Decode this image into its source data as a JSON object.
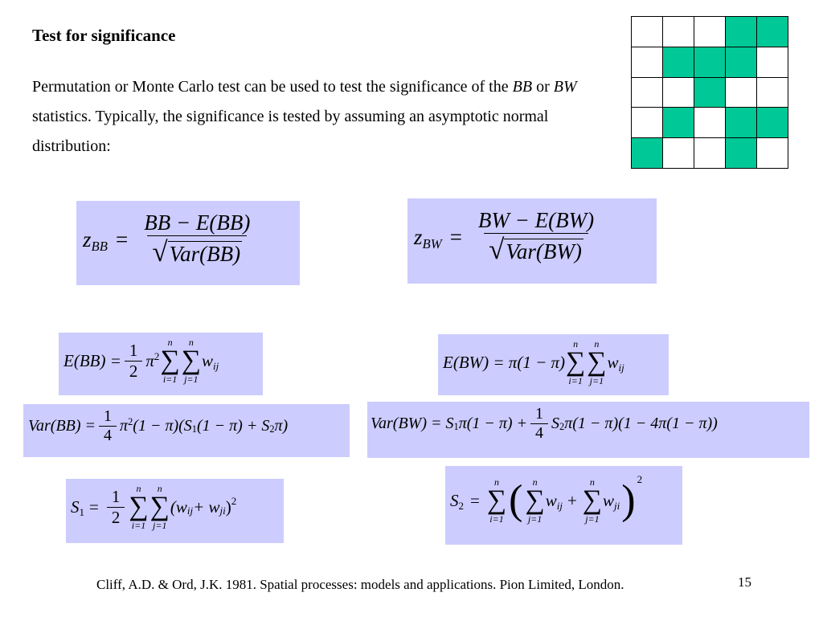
{
  "slide": {
    "title": "Test for significance",
    "para_1": "Permutation or Monte Carlo test can be used to test the significance of the ",
    "para_bb": "BB",
    "para_or": " or ",
    "para_bw": "BW",
    "para_2": " statistics. Typically, the significance is tested by assuming an asymptotic normal distribution:",
    "footer": "Cliff, A.D. & Ord, J.K. 1981. Spatial processes: models and applications. Pion Limited, London.",
    "page_number": "15"
  },
  "grid": {
    "rows": 5,
    "cols": 5,
    "filled_color": "#00c896",
    "cells": [
      [
        0,
        0,
        0,
        1,
        1
      ],
      [
        0,
        1,
        1,
        1,
        0
      ],
      [
        0,
        0,
        1,
        0,
        0
      ],
      [
        0,
        1,
        0,
        1,
        1
      ],
      [
        1,
        0,
        0,
        1,
        0
      ]
    ]
  },
  "formulas": {
    "box_color": "#ccccff",
    "z_bb": {
      "lhs": "z",
      "lhs_sub": "BB",
      "eq": "=",
      "num": "BB − E(BB)",
      "den_pre": "Var(BB)"
    },
    "z_bw": {
      "lhs": "z",
      "lhs_sub": "BW",
      "eq": "=",
      "num": "BW − E(BW)",
      "den_pre": "Var(BW)"
    },
    "e_bb": {
      "lhs": "E(BB) =",
      "frac_num": "1",
      "frac_den": "2",
      "pi": "π",
      "pi_sup": "2",
      "sum_top": "n",
      "sum_bot_i": "i=1",
      "sum_bot_j": "j=1",
      "w": "w",
      "w_sub": "ij"
    },
    "e_bw": {
      "lhs": "E(BW) = π(1 − π)",
      "sum_top": "n",
      "sum_bot_i": "i=1",
      "sum_bot_j": "j=1",
      "w": "w",
      "w_sub": "ij"
    },
    "var_bb": {
      "lhs": "Var(BB) =",
      "frac_num": "1",
      "frac_den": "4",
      "pi": "π",
      "pi_sup": "2",
      "rest_a": "(1 − π)(S",
      "s1_sub": "1",
      "rest_b": "(1 − π) + S",
      "s2_sub": "2",
      "rest_c": "π)"
    },
    "var_bw": {
      "lhs": "Var(BW) = S",
      "s1_sub": "1",
      "mid": "π(1 − π) +",
      "frac_num": "1",
      "frac_den": "4",
      "s2": "S",
      "s2_sub": "2",
      "rest": "π(1 − π)(1 − 4π(1 − π))"
    },
    "s1": {
      "lhs": "S",
      "lhs_sub": "1",
      "eq": "=",
      "frac_num": "1",
      "frac_den": "2",
      "sum_top": "n",
      "sum_bot_i": "i=1",
      "sum_bot_j": "j=1",
      "body_a": "(w",
      "sub_ij": "ij",
      "plus": " + w",
      "sub_ji": "ji",
      "close": ")",
      "sup": "2"
    },
    "s2": {
      "lhs": "S",
      "lhs_sub": "2",
      "eq": "=",
      "sum_top": "n",
      "sum_bot_i": "i=1",
      "sum_bot_j": "j=1",
      "w": "w",
      "sub_ij": "ij",
      "plus": "+",
      "sub_ji": "ji",
      "sup": "2"
    }
  }
}
